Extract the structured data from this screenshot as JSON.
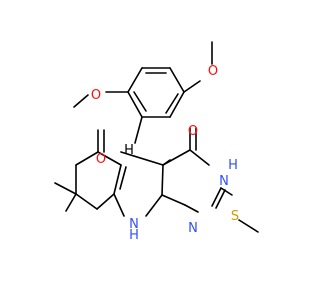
{
  "molecule": {
    "atoms": {
      "o_methoxy_right": {
        "label": "O",
        "color": "#ff0d0d"
      },
      "o_methoxy_left": {
        "label": "O",
        "color": "#ff0d0d"
      },
      "o_ketone": {
        "label": "O",
        "color": "#ff0d0d"
      },
      "o_lactam": {
        "label": "O",
        "color": "#ff0d0d"
      },
      "n_h_top": {
        "label": "N",
        "color": "#3050f8"
      },
      "h_top": {
        "label": "H",
        "color": "#3050f8"
      },
      "n_bottom": {
        "label": "N",
        "color": "#3050f8"
      },
      "n_h_bottom": {
        "label": "N",
        "color": "#3050f8"
      },
      "h_bottom": {
        "label": "H",
        "color": "#3050f8"
      },
      "s_thio": {
        "label": "S",
        "color": "#c8a000"
      },
      "h_ch": {
        "label": "H",
        "color": "#000000"
      }
    }
  }
}
